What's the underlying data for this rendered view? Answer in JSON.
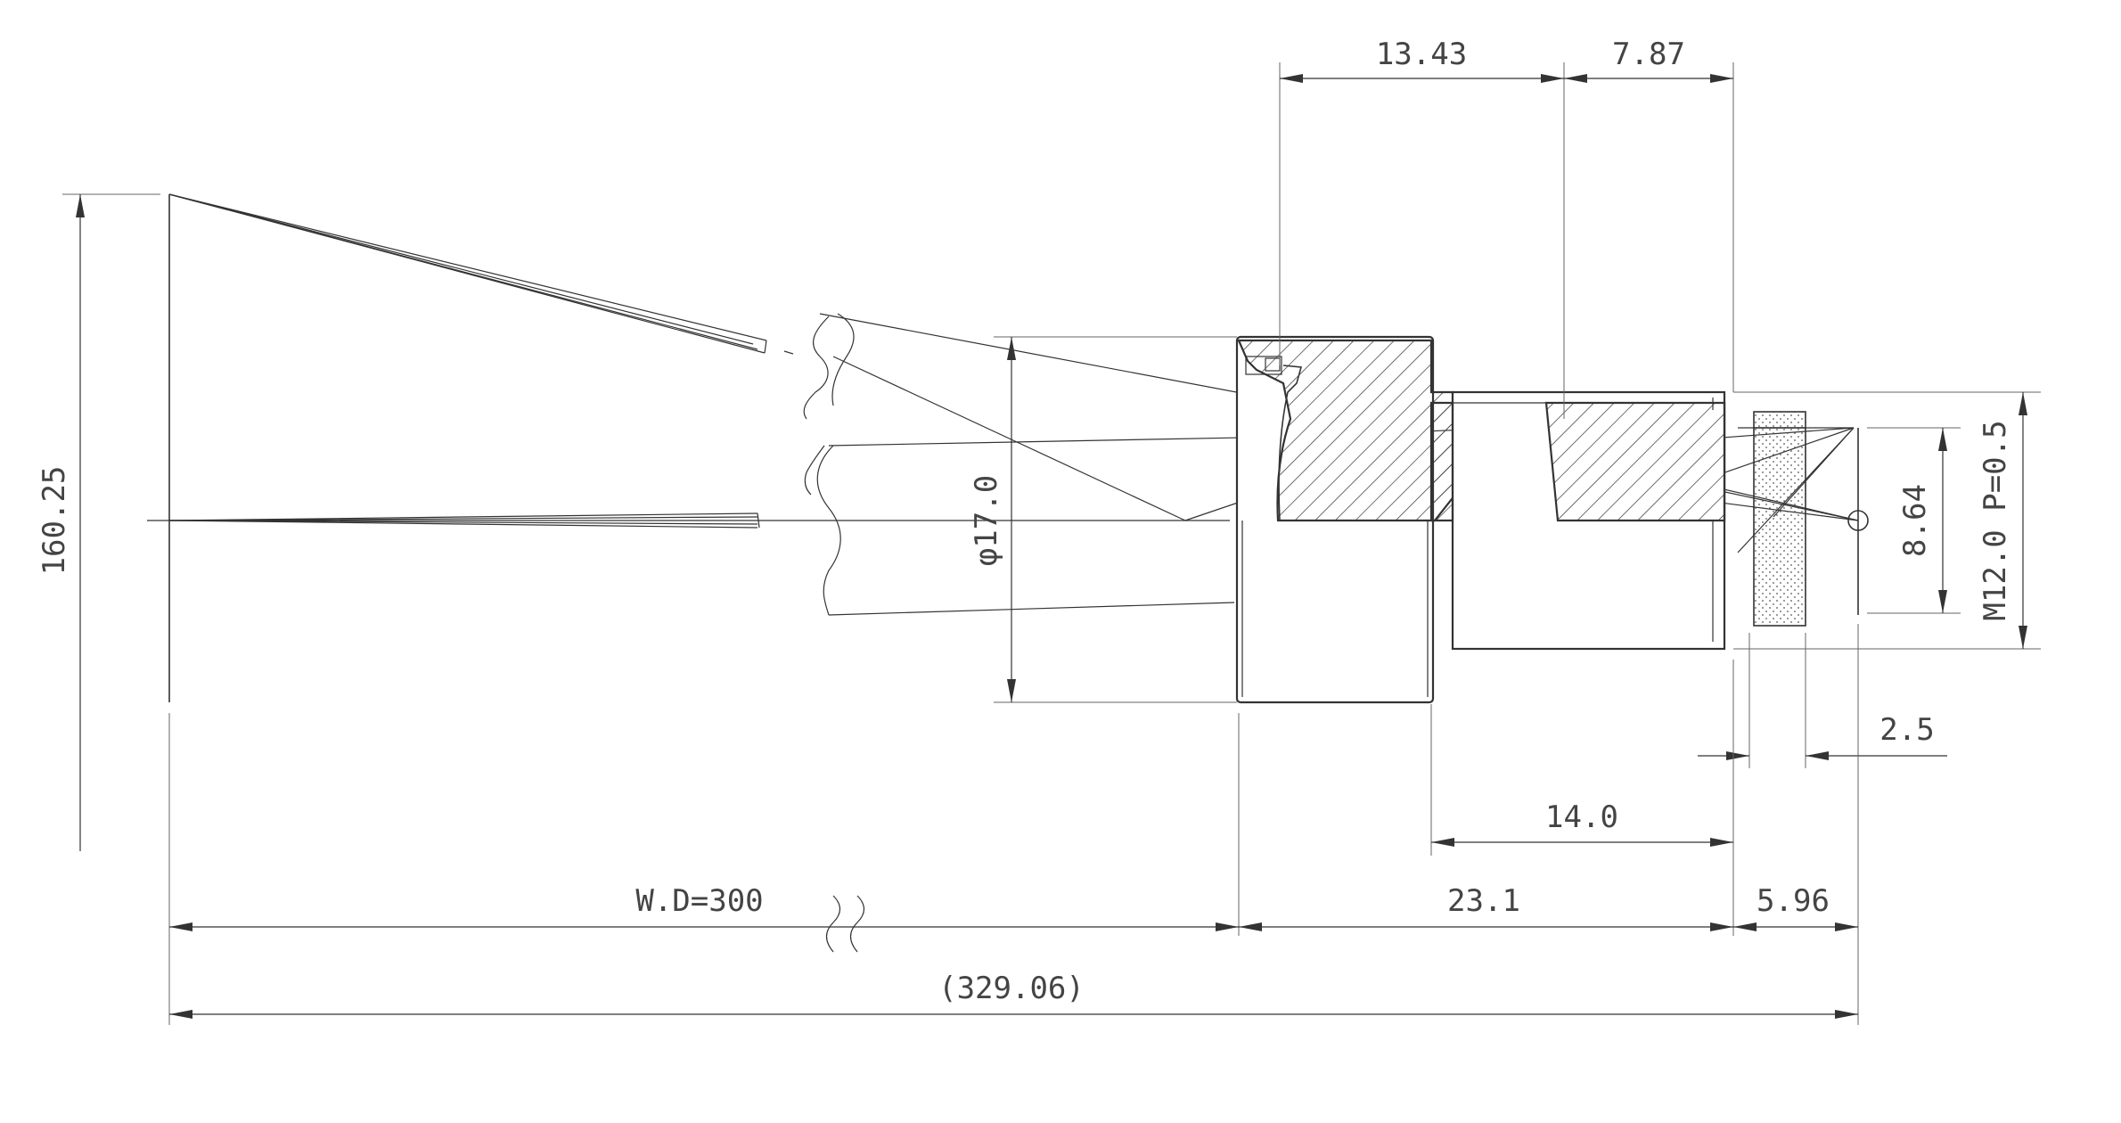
{
  "dimensions": {
    "d_13_43": "13.43",
    "d_7_87": "7.87",
    "d_160_25": "160.25",
    "d_phi17": "φ17.0",
    "d_8_64": "8.64",
    "d_m12": "M12.0 P=0.5",
    "d_2_5": "2.5",
    "d_14_0": "14.0",
    "d_wd": "W.D=300",
    "d_23_1": "23.1",
    "d_5_96": "5.96",
    "d_total": "(329.06)"
  },
  "colors": {
    "line": "#333333",
    "text": "#444444",
    "background": "#ffffff"
  }
}
